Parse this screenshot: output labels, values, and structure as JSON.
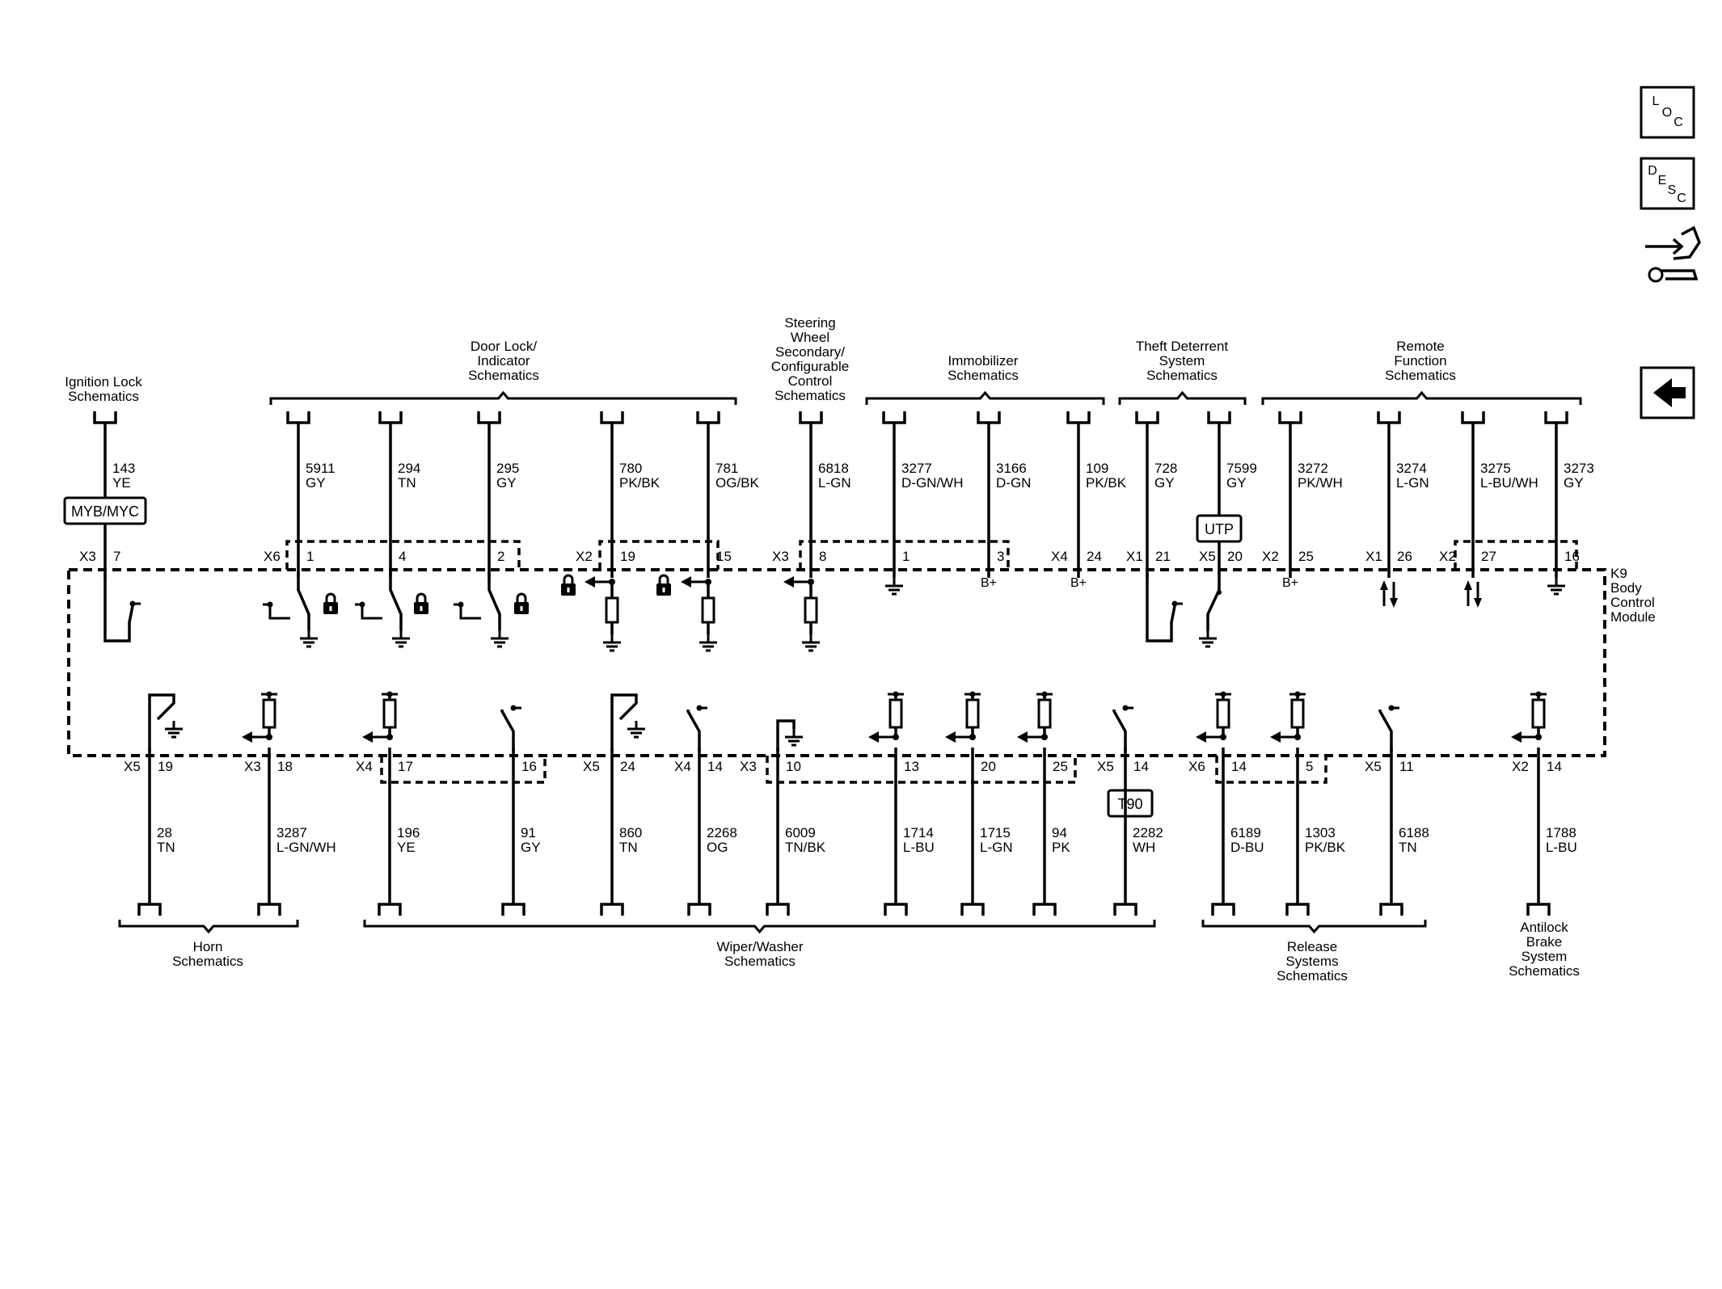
{
  "module": {
    "name": "K9\nBody\nControl\nModule"
  },
  "nav_icons": [
    {
      "name": "loc-icon",
      "label": "LOC"
    },
    {
      "name": "desc-icon",
      "label": "DESC"
    },
    {
      "name": "navigate-icon",
      "label": ""
    },
    {
      "name": "back-arrow-icon",
      "label": ""
    }
  ],
  "top_groups": [
    {
      "id": "ignition-lock",
      "label": "Ignition Lock\nSchematics"
    },
    {
      "id": "door-lock",
      "label": "Door Lock/\nIndicator\nSchematics"
    },
    {
      "id": "steering-wheel",
      "label": "Steering\nWheel\nSecondary/\nConfigurable\nControl\nSchematics"
    },
    {
      "id": "immobilizer",
      "label": "Immobilizer\nSchematics"
    },
    {
      "id": "theft-deterrent",
      "label": "Theft Deterrent\nSystem\nSchematics"
    },
    {
      "id": "remote-function",
      "label": "Remote\nFunction\nSchematics"
    }
  ],
  "bottom_groups": [
    {
      "id": "horn",
      "label": "Horn\nSchematics"
    },
    {
      "id": "wiper-washer",
      "label": "Wiper/Washer\nSchematics"
    },
    {
      "id": "release-systems",
      "label": "Release\nSystems\nSchematics"
    },
    {
      "id": "antilock-brake",
      "label": "Antilock\nBrake\nSystem\nSchematics"
    }
  ],
  "inline_components": [
    {
      "id": "myb-myc",
      "label": "MYB/MYC"
    },
    {
      "id": "utp",
      "label": "UTP"
    },
    {
      "id": "t90",
      "label": "T90"
    }
  ],
  "top_connector_labels": [
    "X3",
    "X6",
    "X2",
    "X3",
    "X4",
    "X1",
    "X5",
    "X2",
    "X1",
    "X2"
  ],
  "bottom_connector_labels": [
    "X5",
    "X3",
    "X4",
    "X5",
    "X4",
    "X3",
    "X5",
    "X6",
    "X5",
    "X2"
  ],
  "top_circuits": [
    {
      "circuit": "143",
      "color": "YE",
      "pin": "7",
      "supply": ""
    },
    {
      "circuit": "5911",
      "color": "GY",
      "pin": "1",
      "supply": ""
    },
    {
      "circuit": "294",
      "color": "TN",
      "pin": "4",
      "supply": ""
    },
    {
      "circuit": "295",
      "color": "GY",
      "pin": "2",
      "supply": ""
    },
    {
      "circuit": "780",
      "color": "PK/BK",
      "pin": "19",
      "supply": ""
    },
    {
      "circuit": "781",
      "color": "OG/BK",
      "pin": "15",
      "supply": ""
    },
    {
      "circuit": "6818",
      "color": "L-GN",
      "pin": "8",
      "supply": ""
    },
    {
      "circuit": "3277",
      "color": "D-GN/WH",
      "pin": "1",
      "supply": ""
    },
    {
      "circuit": "3166",
      "color": "D-GN",
      "pin": "3",
      "supply": "B+"
    },
    {
      "circuit": "109",
      "color": "PK/BK",
      "pin": "24",
      "supply": "B+"
    },
    {
      "circuit": "728",
      "color": "GY",
      "pin": "21",
      "supply": ""
    },
    {
      "circuit": "7599",
      "color": "GY",
      "pin": "20",
      "supply": ""
    },
    {
      "circuit": "3272",
      "color": "PK/WH",
      "pin": "25",
      "supply": "B+"
    },
    {
      "circuit": "3274",
      "color": "L-GN",
      "pin": "26",
      "supply": ""
    },
    {
      "circuit": "3275",
      "color": "L-BU/WH",
      "pin": "27",
      "supply": ""
    },
    {
      "circuit": "3273",
      "color": "GY",
      "pin": "16",
      "supply": ""
    }
  ],
  "bottom_circuits": [
    {
      "circuit": "28",
      "color": "TN",
      "pin": "19"
    },
    {
      "circuit": "3287",
      "color": "L-GN/WH",
      "pin": "18"
    },
    {
      "circuit": "196",
      "color": "YE",
      "pin": "17"
    },
    {
      "circuit": "91",
      "color": "GY",
      "pin": "16"
    },
    {
      "circuit": "860",
      "color": "TN",
      "pin": "24"
    },
    {
      "circuit": "2268",
      "color": "OG",
      "pin": "14"
    },
    {
      "circuit": "6009",
      "color": "TN/BK",
      "pin": "10"
    },
    {
      "circuit": "1714",
      "color": "L-BU",
      "pin": "13"
    },
    {
      "circuit": "1715",
      "color": "L-GN",
      "pin": "20"
    },
    {
      "circuit": "94",
      "color": "PK",
      "pin": "25"
    },
    {
      "circuit": "2282",
      "color": "WH",
      "pin": "14"
    },
    {
      "circuit": "6189",
      "color": "D-BU",
      "pin": "14"
    },
    {
      "circuit": "1303",
      "color": "PK/BK",
      "pin": "5"
    },
    {
      "circuit": "6188",
      "color": "TN",
      "pin": "11"
    },
    {
      "circuit": "1788",
      "color": "L-BU",
      "pin": "14"
    }
  ]
}
